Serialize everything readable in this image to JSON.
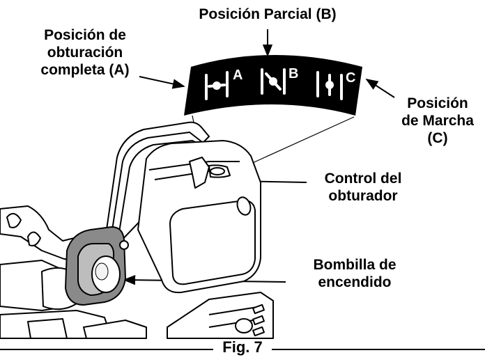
{
  "labels": {
    "partial": "Posición Parcial (B)",
    "full_choke": [
      "Posición de",
      "obturación",
      "completa (A)"
    ],
    "run": [
      "Posición",
      "de Marcha",
      "(C)"
    ],
    "choke_control": [
      "Control del",
      "obturador"
    ],
    "primer_bulb": [
      "Bombilla de",
      "encendido"
    ]
  },
  "dial": {
    "letters": [
      "A",
      "B",
      "C"
    ]
  },
  "caption": "Fig. 7"
}
